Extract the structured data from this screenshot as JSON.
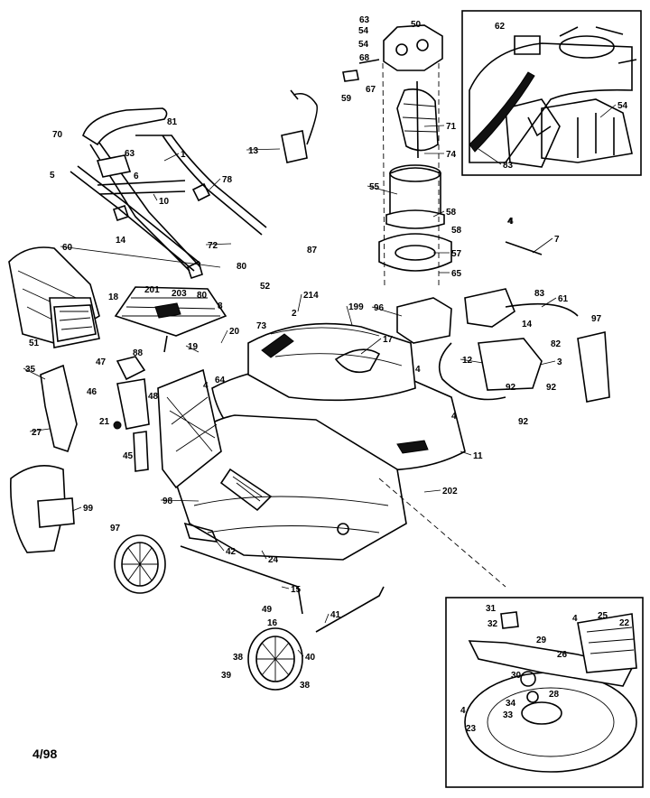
{
  "diagram": {
    "date_code": "4/98",
    "callouts": [
      {
        "id": "c63a",
        "label": "63"
      },
      {
        "id": "c50",
        "label": "50"
      },
      {
        "id": "c54a",
        "label": "54"
      },
      {
        "id": "c54b",
        "label": "54"
      },
      {
        "id": "c68",
        "label": "68"
      },
      {
        "id": "c67",
        "label": "67"
      },
      {
        "id": "c59",
        "label": "59"
      },
      {
        "id": "c71",
        "label": "71"
      },
      {
        "id": "c74",
        "label": "74"
      },
      {
        "id": "c55",
        "label": "55"
      },
      {
        "id": "c58a",
        "label": "58"
      },
      {
        "id": "c58b",
        "label": "58"
      },
      {
        "id": "c57",
        "label": "57"
      },
      {
        "id": "c65",
        "label": "65"
      },
      {
        "id": "c13",
        "label": "13"
      },
      {
        "id": "c70",
        "label": "70"
      },
      {
        "id": "c81",
        "label": "81"
      },
      {
        "id": "c1",
        "label": "1"
      },
      {
        "id": "c63b",
        "label": "63"
      },
      {
        "id": "c5",
        "label": "5"
      },
      {
        "id": "c6",
        "label": "6"
      },
      {
        "id": "c10",
        "label": "10"
      },
      {
        "id": "c78",
        "label": "78"
      },
      {
        "id": "c14a",
        "label": "14"
      },
      {
        "id": "c72",
        "label": "72"
      },
      {
        "id": "c80a",
        "label": "80"
      },
      {
        "id": "c87",
        "label": "87"
      },
      {
        "id": "c60",
        "label": "60"
      },
      {
        "id": "c201",
        "label": "201"
      },
      {
        "id": "c203",
        "label": "203"
      },
      {
        "id": "c80b",
        "label": "80"
      },
      {
        "id": "c18",
        "label": "18"
      },
      {
        "id": "c8",
        "label": "8"
      },
      {
        "id": "c52",
        "label": "52"
      },
      {
        "id": "c214",
        "label": "214"
      },
      {
        "id": "c73",
        "label": "73"
      },
      {
        "id": "c2",
        "label": "2"
      },
      {
        "id": "c199",
        "label": "199"
      },
      {
        "id": "c96",
        "label": "96"
      },
      {
        "id": "c51",
        "label": "51"
      },
      {
        "id": "c19",
        "label": "19"
      },
      {
        "id": "c20",
        "label": "20"
      },
      {
        "id": "c17",
        "label": "17"
      },
      {
        "id": "c88",
        "label": "88"
      },
      {
        "id": "c47",
        "label": "47"
      },
      {
        "id": "c35",
        "label": "35"
      },
      {
        "id": "c4a",
        "label": "4"
      },
      {
        "id": "c4b",
        "label": "4"
      },
      {
        "id": "c4c",
        "label": "4"
      },
      {
        "id": "c4d",
        "label": "4"
      },
      {
        "id": "c64",
        "label": "64"
      },
      {
        "id": "c46",
        "label": "46"
      },
      {
        "id": "c48",
        "label": "48"
      },
      {
        "id": "c21",
        "label": "21"
      },
      {
        "id": "c27",
        "label": "27"
      },
      {
        "id": "c45",
        "label": "45"
      },
      {
        "id": "c11",
        "label": "11"
      },
      {
        "id": "c202",
        "label": "202"
      },
      {
        "id": "c98",
        "label": "98"
      },
      {
        "id": "c99",
        "label": "99"
      },
      {
        "id": "c97a",
        "label": "97"
      },
      {
        "id": "c42",
        "label": "42"
      },
      {
        "id": "c24",
        "label": "24"
      },
      {
        "id": "c15",
        "label": "15"
      },
      {
        "id": "c49",
        "label": "49"
      },
      {
        "id": "c16",
        "label": "16"
      },
      {
        "id": "c41",
        "label": "41"
      },
      {
        "id": "c38a",
        "label": "38"
      },
      {
        "id": "c39",
        "label": "39"
      },
      {
        "id": "c40",
        "label": "40"
      },
      {
        "id": "c38b",
        "label": "38"
      },
      {
        "id": "c4e",
        "label": "4"
      },
      {
        "id": "c7",
        "label": "7"
      },
      {
        "id": "c83a",
        "label": "83"
      },
      {
        "id": "c61",
        "label": "61"
      },
      {
        "id": "c14b",
        "label": "14"
      },
      {
        "id": "c97b",
        "label": "97"
      },
      {
        "id": "c82a",
        "label": "82"
      },
      {
        "id": "c12",
        "label": "12"
      },
      {
        "id": "c3",
        "label": "3"
      },
      {
        "id": "c92a",
        "label": "92"
      },
      {
        "id": "c92b",
        "label": "92"
      },
      {
        "id": "c92c",
        "label": "92"
      },
      {
        "id": "c62",
        "label": "62"
      },
      {
        "id": "c54c",
        "label": "54"
      },
      {
        "id": "c83b",
        "label": "83"
      },
      {
        "id": "c31",
        "label": "31"
      },
      {
        "id": "c32",
        "label": "32"
      },
      {
        "id": "c29",
        "label": "29"
      },
      {
        "id": "c4f",
        "label": "4"
      },
      {
        "id": "c25",
        "label": "25"
      },
      {
        "id": "c22",
        "label": "22"
      },
      {
        "id": "c26",
        "label": "26"
      },
      {
        "id": "c30",
        "label": "30"
      },
      {
        "id": "c28",
        "label": "28"
      },
      {
        "id": "c34",
        "label": "34"
      },
      {
        "id": "c33",
        "label": "33"
      },
      {
        "id": "c4g",
        "label": "4"
      },
      {
        "id": "c23",
        "label": "23"
      }
    ]
  }
}
